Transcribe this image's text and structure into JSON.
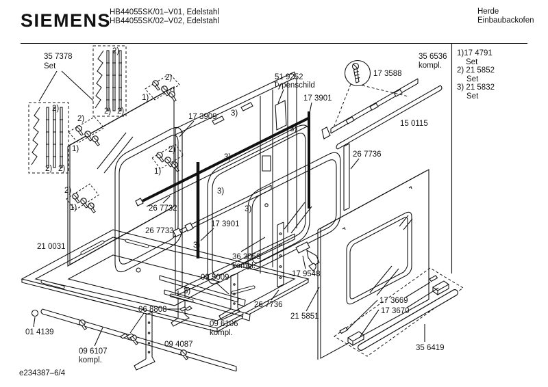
{
  "header": {
    "brand": "SIEMENS",
    "model_line1": "HB44055SK/01–V01, Edelstahl",
    "model_line2": "HB44055SK/02–V02, Edelstahl",
    "category_line1": "Herde",
    "category_line2": "Einbaubackofen"
  },
  "legend": {
    "items": [
      {
        "line": "1)17 4791",
        "sub": "Set"
      },
      {
        "line": "2) 21 5852",
        "sub": "Set"
      },
      {
        "line": "3) 21 5832",
        "sub": "Set"
      }
    ]
  },
  "parts": {
    "p357378": "35 7378",
    "set": "Set",
    "kompl": "kompl.",
    "p173909": "17 3909",
    "p519252": "51 9252",
    "typenschild": "Typenschild",
    "p173901": "17 3901",
    "p173588": "17 3588",
    "p356536": "35 6536",
    "p150115": "15 0115",
    "p267736": "26 7736",
    "p267732": "26 7732",
    "p267733": "26 7733",
    "p363059": "36 3059",
    "p179548": "17 9548",
    "p210031": "21 0031",
    "p095009": "09 5009",
    "p068808": "06 8808",
    "p215851": "21 5851",
    "p014139": "01 4139",
    "p096107": "09 6107",
    "p094087": "09 4087",
    "p096106": "09 6106",
    "p173669": "17 3669",
    "p173670": "17 3670",
    "p356419": "35 6419"
  },
  "markers": {
    "one": "1)",
    "two": "2)",
    "three": "3)"
  },
  "footer": {
    "doc_code": "e234387–6/4"
  }
}
